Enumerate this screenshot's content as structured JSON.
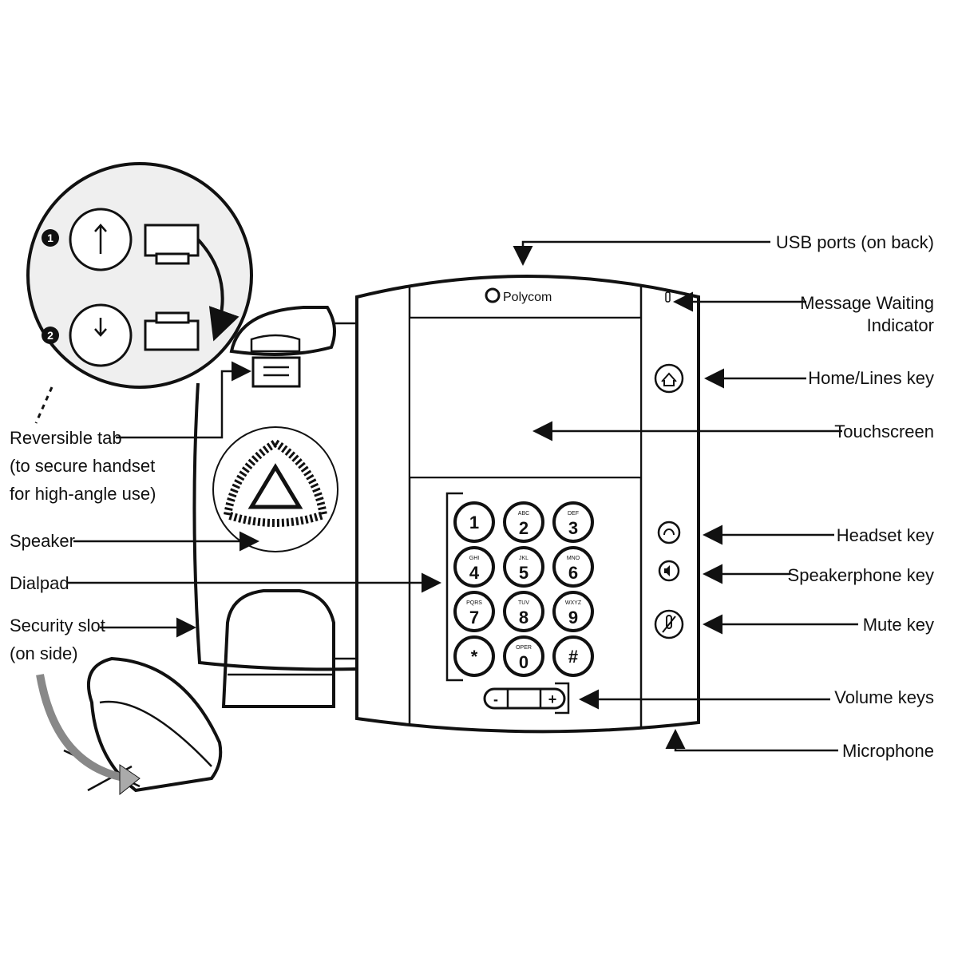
{
  "brand": "Polycom",
  "labels_right": {
    "usb": "USB ports (on back)",
    "mwi_1": "Message Waiting",
    "mwi_2": "Indicator",
    "home": "Home/Lines key",
    "touchscreen": "Touchscreen",
    "headset": "Headset key",
    "speakerphone": "Speakerphone key",
    "mute": "Mute key",
    "volume": "Volume keys",
    "microphone": "Microphone"
  },
  "labels_left": {
    "tab_1": "Reversible tab",
    "tab_2": "(to secure handset",
    "tab_3": "for high-angle use)",
    "speaker": "Speaker",
    "dialpad": "Dialpad",
    "slot_1": "Security slot",
    "slot_2": "(on side)"
  },
  "inset_steps": [
    "1",
    "2"
  ],
  "dialpad": {
    "keys": [
      {
        "digit": "1",
        "letters": ""
      },
      {
        "digit": "2",
        "letters": "ABC"
      },
      {
        "digit": "3",
        "letters": "DEF"
      },
      {
        "digit": "4",
        "letters": "GHI"
      },
      {
        "digit": "5",
        "letters": "JKL"
      },
      {
        "digit": "6",
        "letters": "MNO"
      },
      {
        "digit": "7",
        "letters": "PQRS"
      },
      {
        "digit": "8",
        "letters": "TUV"
      },
      {
        "digit": "9",
        "letters": "WXYZ"
      },
      {
        "digit": "*",
        "letters": ""
      },
      {
        "digit": "0",
        "letters": "OPER"
      },
      {
        "digit": "#",
        "letters": ""
      }
    ],
    "volume_minus": "-",
    "volume_plus": "+"
  }
}
